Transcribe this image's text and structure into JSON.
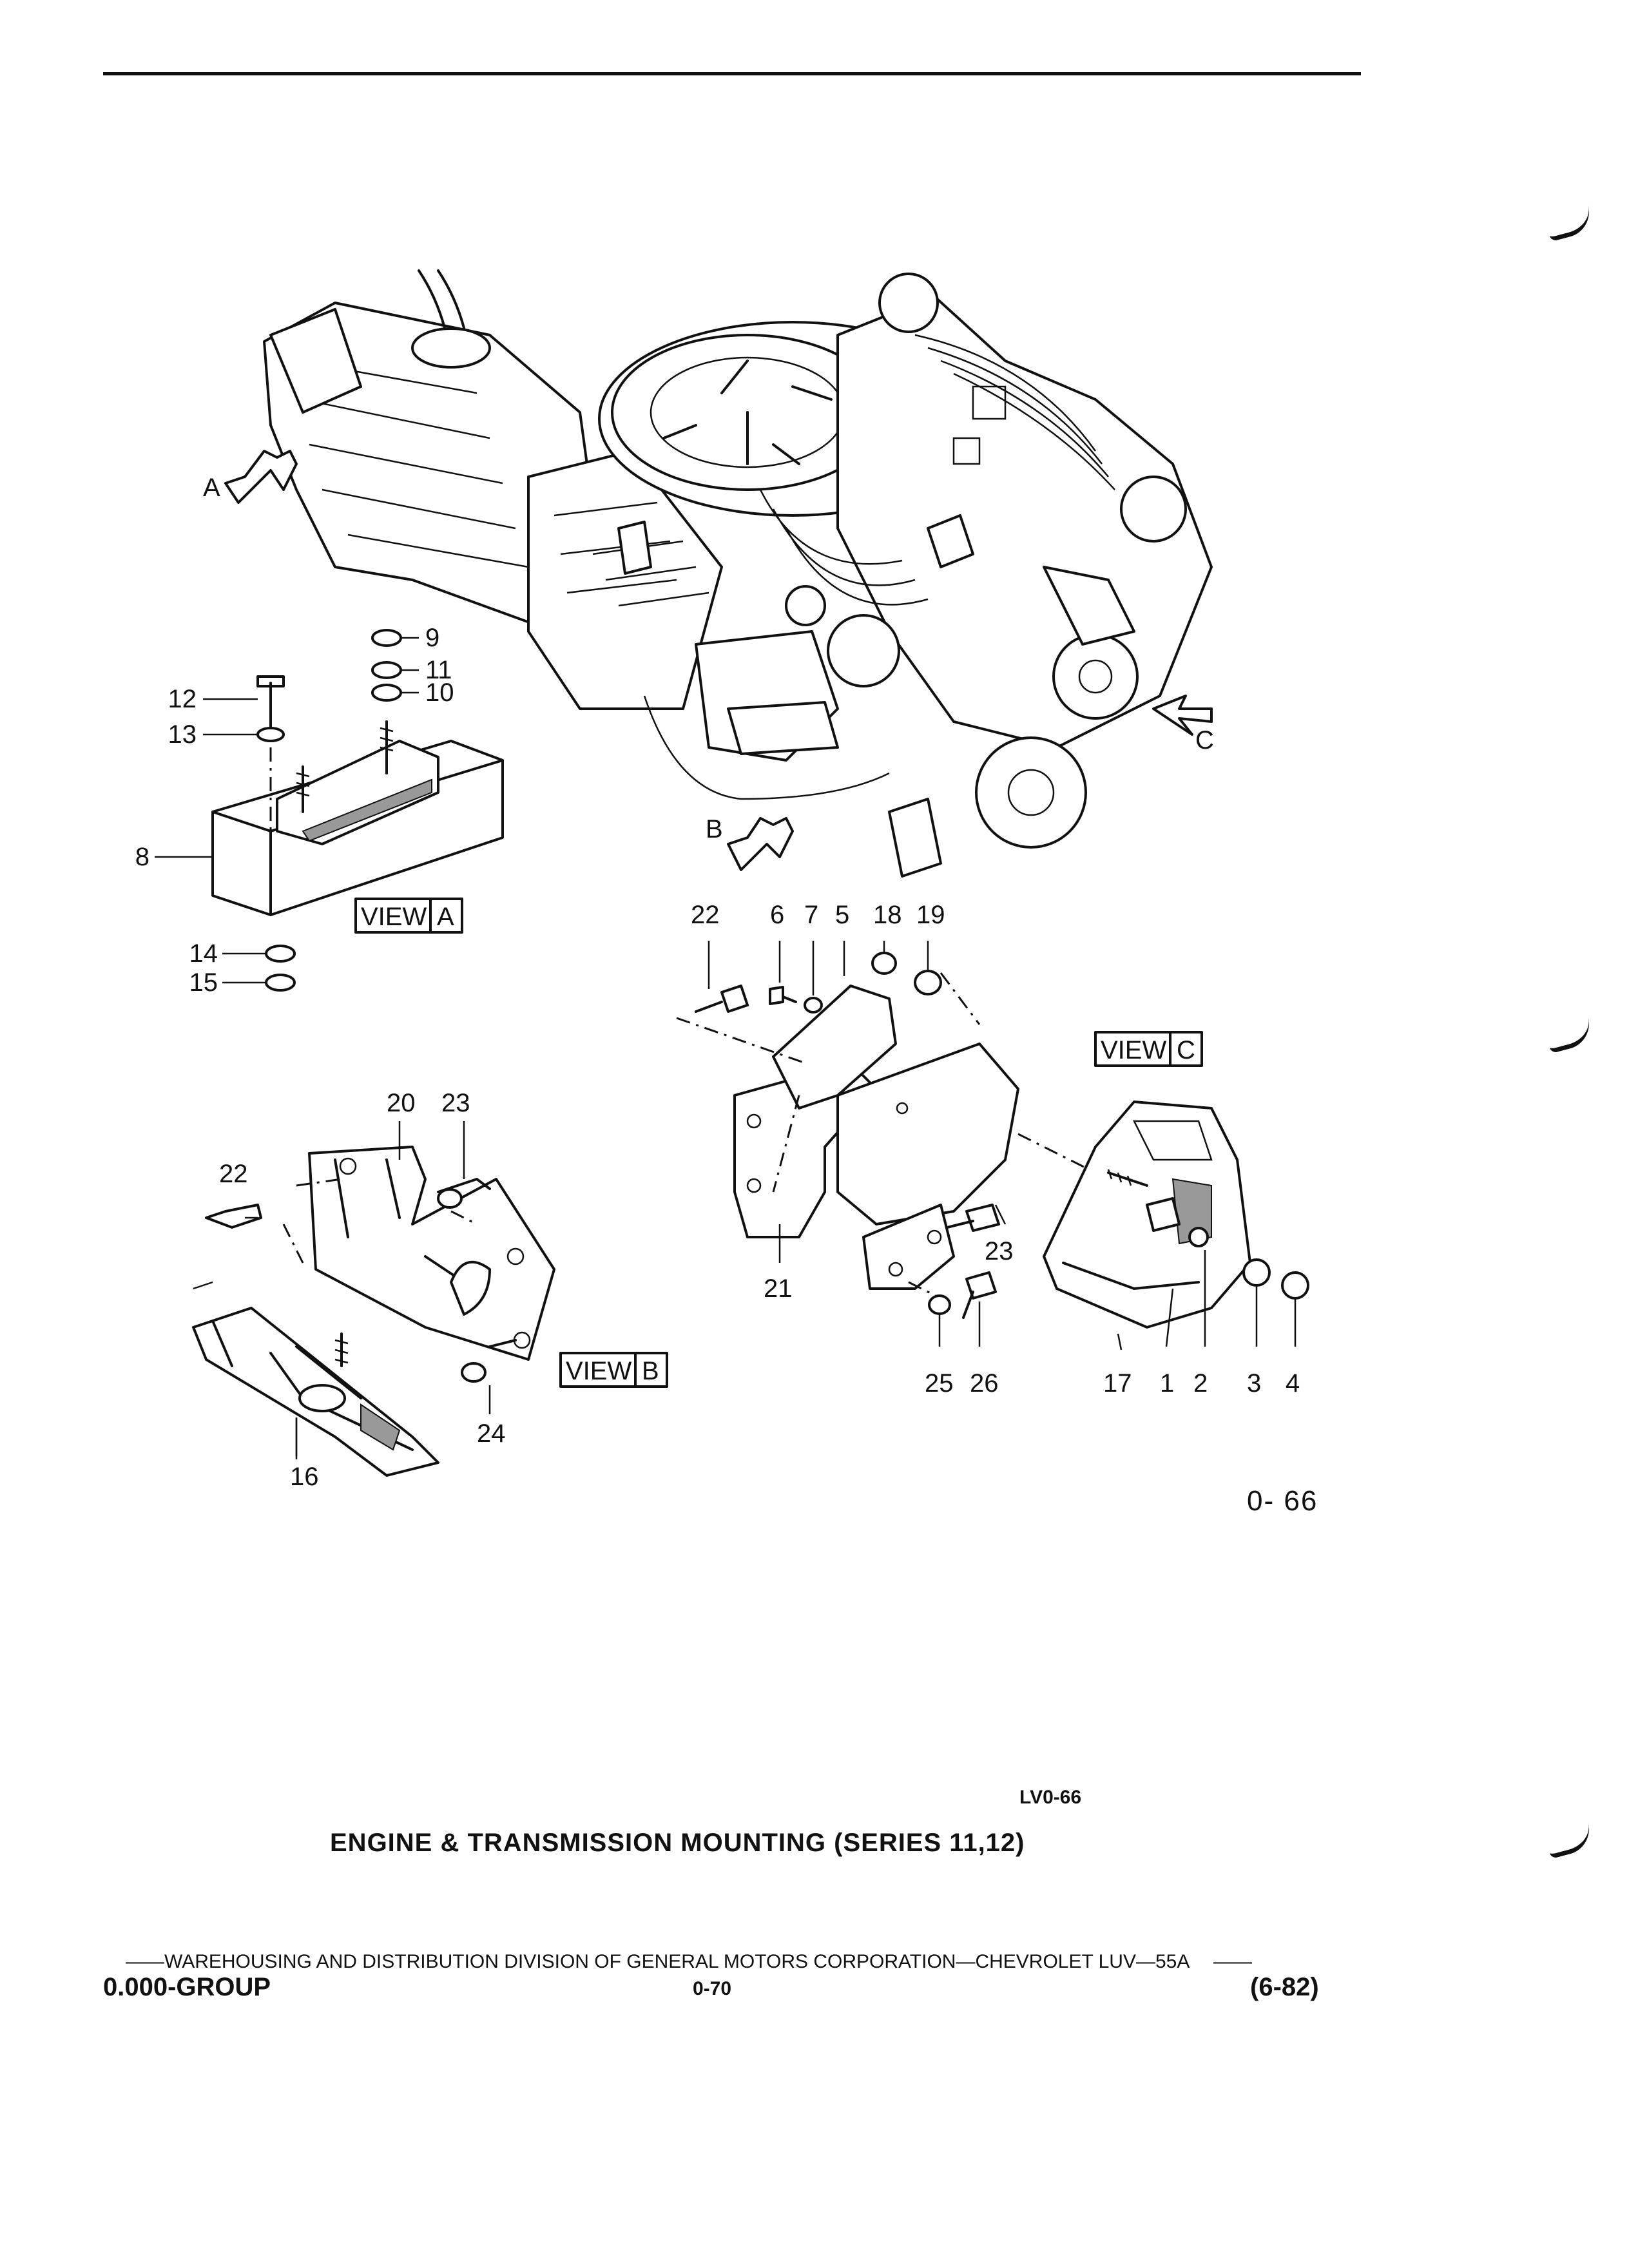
{
  "figure": {
    "figure_code": "0- 66",
    "drawing_code": "LV0-66",
    "title": "ENGINE & TRANSMISSION MOUNTING (SERIES 11,12)"
  },
  "view_labels": {
    "view_a": {
      "word": "VIEW",
      "letter": "A"
    },
    "view_b": {
      "word": "VIEW",
      "letter": "B"
    },
    "view_c": {
      "word": "VIEW",
      "letter": "C"
    }
  },
  "arrow_letters": [
    "A",
    "B",
    "C"
  ],
  "callouts": {
    "view_a": [
      "9",
      "11",
      "10",
      "12",
      "13",
      "8",
      "14",
      "15"
    ],
    "view_b": [
      "20",
      "23",
      "22",
      "24",
      "16"
    ],
    "view_c": [
      "22",
      "6",
      "7",
      "5",
      "18",
      "19",
      "21",
      "23",
      "25",
      "26",
      "17",
      "1",
      "2",
      "3",
      "4"
    ]
  },
  "footer": {
    "line": "——WAREHOUSING AND DISTRIBUTION  DIVISION OF GENERAL MOTORS CORPORATION—CHEVROLET LUV—55A",
    "line_end": "——",
    "group": "0.000-GROUP",
    "page": "0-70",
    "date_code": "(6-82)"
  }
}
